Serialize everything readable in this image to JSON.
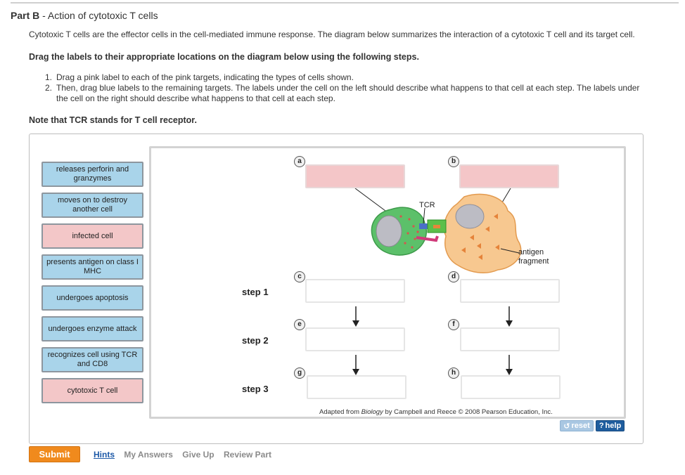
{
  "header": {
    "part_prefix": "Part B",
    "part_sep": " - ",
    "part_title": "Action of cytotoxic T cells"
  },
  "instructions": {
    "intro": "Cytotoxic T cells are the effector cells in the cell-mediated immune response. The diagram below summarizes the interaction of a cytotoxic T cell and its target cell.",
    "drag_instruction": "Drag the labels to their appropriate locations on the diagram below using the following steps.",
    "steps": [
      {
        "num": "1.",
        "text": "Drag a pink label to each of the pink targets, indicating the types of cells shown."
      },
      {
        "num": "2.",
        "text": "Then, drag blue labels to the remaining targets. The labels under the cell on the left should describe what happens to that cell at each step. The labels under the cell on the right should describe what happens to that cell at each step."
      }
    ],
    "note": "Note that TCR stands for T cell receptor."
  },
  "labels": [
    {
      "text": "releases perforin and granzymes",
      "color": "blue"
    },
    {
      "text": "moves on to destroy another cell",
      "color": "blue"
    },
    {
      "text": "infected cell",
      "color": "pink"
    },
    {
      "text": "presents antigen on class I MHC",
      "color": "blue"
    },
    {
      "text": "undergoes apoptosis",
      "color": "blue"
    },
    {
      "text": "undergoes enzyme attack",
      "color": "blue"
    },
    {
      "text": "recognizes cell using TCR and CD8",
      "color": "blue"
    },
    {
      "text": "cytotoxic T cell",
      "color": "pink"
    }
  ],
  "diagram": {
    "targets": [
      "a",
      "b",
      "c",
      "d",
      "e",
      "f",
      "g",
      "h"
    ],
    "steps": [
      "step 1",
      "step 2",
      "step 3"
    ],
    "tcr_label": "TCR",
    "antigen_label": "antigen fragment",
    "credit": {
      "prefix": "Adapted from ",
      "book": "Biology",
      "suffix": " by Campbell and Reece © 2008 Pearson Education, Inc."
    }
  },
  "controls": {
    "reset_label": "reset",
    "help_label": "help",
    "submit_label": "Submit",
    "hints_label": "Hints",
    "my_answers_label": "My Answers",
    "give_up_label": "Give Up",
    "review_part_label": "Review Part"
  },
  "colors": {
    "pink_label": "#f3c7c8",
    "blue_label": "#a9d4ea",
    "submit": "#f08a1d",
    "help": "#1f5d9e",
    "t_cell": "#5cc06a",
    "target_cell": "#f7c890"
  }
}
